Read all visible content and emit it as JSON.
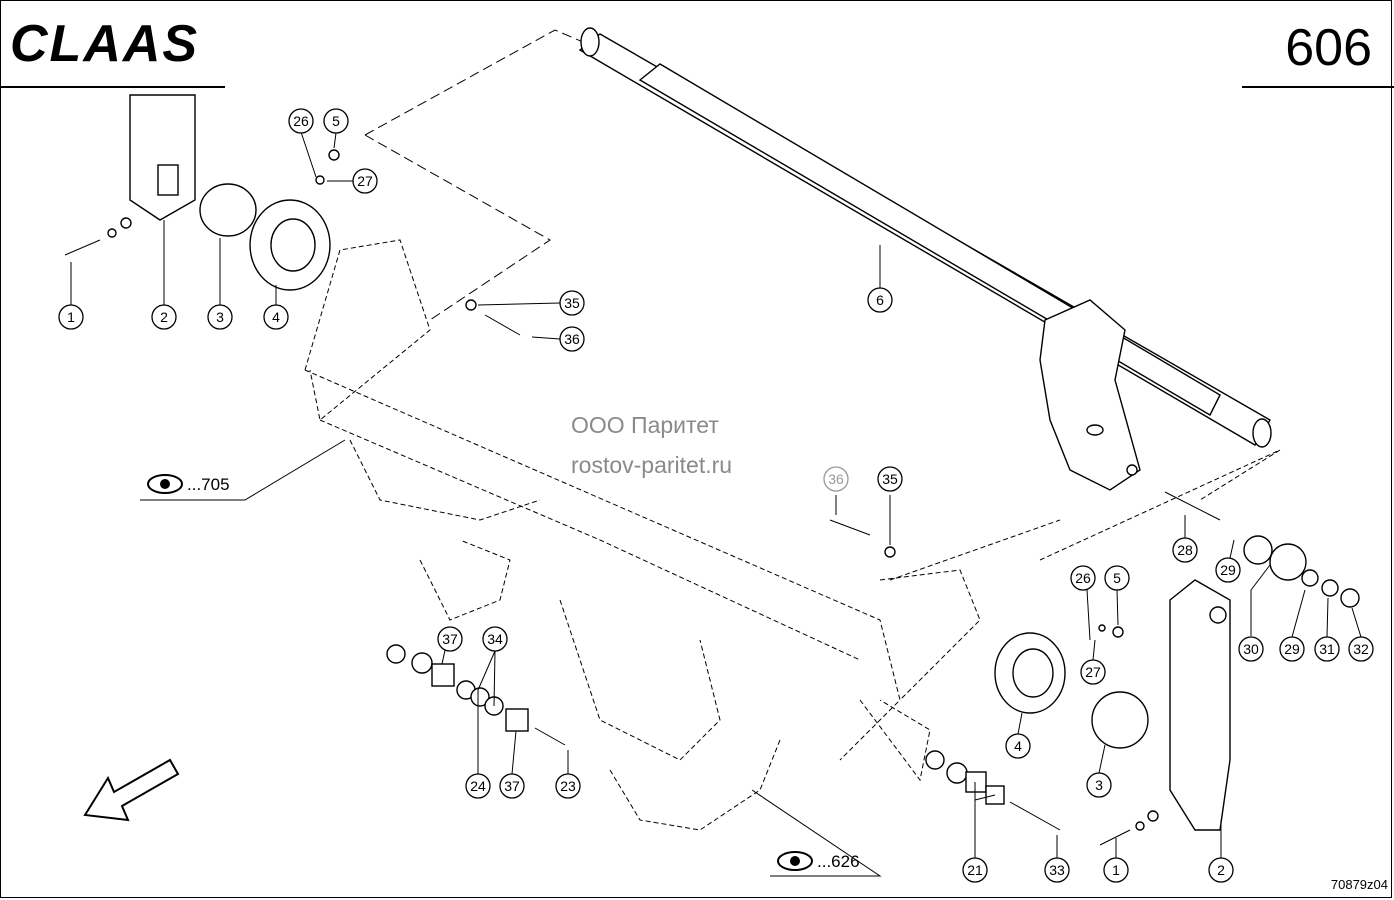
{
  "header": {
    "logo": "CLAAS",
    "page_number": "606"
  },
  "watermark": {
    "line1": "ООО Паритет",
    "line2": "rostov-paritet.ru"
  },
  "drawing_code": "70879z04",
  "references": [
    {
      "id": "ref-705",
      "label": "...705"
    },
    {
      "id": "ref-626",
      "label": "...626"
    }
  ],
  "callouts": {
    "left_top": [
      "1",
      "2",
      "3",
      "4",
      "26",
      "5",
      "27",
      "35",
      "36"
    ],
    "shaft": [
      "6"
    ],
    "middle": [
      "36",
      "35",
      "28",
      "29",
      "30",
      "29",
      "31",
      "32"
    ],
    "right": [
      "26",
      "5",
      "27",
      "4",
      "3",
      "1",
      "2"
    ],
    "bottom": [
      "37",
      "34",
      "24",
      "37",
      "23",
      "21",
      "33"
    ]
  },
  "colors": {
    "lines": "#000000",
    "watermark": "#8a8a8a",
    "faded_callout": "#999999"
  }
}
